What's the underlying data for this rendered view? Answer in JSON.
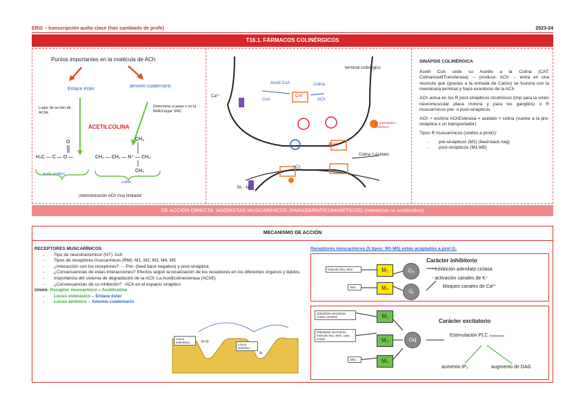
{
  "header": {
    "left": "ERIS – transcripción audio clase (han cambiado de profe)",
    "right": "2023-24",
    "title": "T16.1. FÁRMACOS COLINÉRGICOS"
  },
  "molecule": {
    "heading": "Puntos importantes en la molécula de ACh",
    "enlace": "Enlace éster",
    "amonio": "amonio cuaternario",
    "lugar": "Lugar de acción de AChE",
    "determina": "Determina si pasa o no la BHE/Llegar SNC",
    "name": "ACETILCOLINA",
    "acido": "ácido acético",
    "colina": "colina",
    "admin": "¡Administración ACh muy limitada!"
  },
  "diagram": {
    "terminal": "terminal colinérgico",
    "coa": "CoA",
    "cat": "CAT",
    "ach": "ACh",
    "colina": "Colina",
    "acetilcoa": "Acetil CoA",
    "ca": "Ca²⁺",
    "ache": "AChE",
    "colina_acetato": "Colina + Acetato",
    "m1m5": "M₁ - M₅",
    "pre_inh": "R. presináptico inhibitorio",
    "ach_mid": "ACh"
  },
  "synapse": {
    "title": "SINÁPSIS COLINÉRGICA",
    "p1": "Acetil CoA cede su Acetilo a la Colina (CAT: ColinaAcetilTransferasa) → produce: ACh → entra en una vesícula que (gracias a la entrada de Calcio) se fusiona con la membrana terminal y hace exocitosis de la ACh",
    "p2": "ACh actua en los R post-sinápticos nicotínicos (imp para la unión neuromuscular placa motora y para los ganglios) o R muscarínicos pre- o post-sinápticos.",
    "p3": "ACh + enzima AChEsterasa = acetato + colina (vuelve a la pre-sináptica x un transportador)",
    "p4": "Tipos R muscarínicos (unidos a protG):",
    "items": [
      "pre-sinápticos (M2) (feed-back neg)",
      "post-sinápticos (M1-M5)"
    ]
  },
  "band": {
    "text": "DE ACCIÓN DIRECTA: AGONISTAS MUSCARÍNICOS (PARASIMPATICOMIMÉTICOS) (mimetizan la acetilcolina)"
  },
  "mecanismo": {
    "title": "MECANISMO DE ACCIÓN",
    "receptores_title": "RECEPTORES MUSCARÍNICOS",
    "items": [
      "Tipo de neurotransmisor (NT): Ach",
      "Tipos de receptores muscarínicos (RM): M1, M2, M3, M4, M5",
      "¿Interacción con los receptores? → Pre- (feed back negativo) y post-sináptica",
      "¿Consecuencias de estas interacciones? Efectos según la localización de los receptores en los diferentes órganos y tejidos.",
      "Importancia del sistema de degradación de la ACh: La Acetilcolinesterasa (AChE)",
      "¿Consecuencias de su inhibición? ↑ACh en el espacio sináptico"
    ],
    "union_label": "Unión:",
    "union_receptor": "Receptor muscarínico",
    "union_dash": " – ",
    "union_acetil": "Acetilcolina",
    "locus1_label": "Locus esterásico",
    "locus1_val": "Enlace éster",
    "locus2_label": "Locus aniónico",
    "locus2_val": "Amonio cuaternario",
    "site1": "Locus esterásico",
    "site2": "Locus aniónico"
  },
  "receptors": {
    "title": "Receptores muscarínicos (5 tipos: M1-M5) están acoplados a prot G:",
    "inh_title": "Carácter inhibitorio",
    "inh1": "- Inhibición adenilato ciclasa",
    "inh2": "- activación canales de K⁺",
    "inh3": "bloqueo canales de Ca²⁺",
    "exc_title": "Carácter excitatorio",
    "plc": "Estimulación PLC",
    "plc_small": "(fosfolipasa)",
    "ip3": "aumento IP₃",
    "dag": "augmento de DAG",
    "m2": "M₂",
    "m4": "M₄",
    "m1": "M₁",
    "m3": "M₃",
    "m5": "M₅",
    "go": "G₀",
    "gi": "Gᵢ",
    "gq": "Gq",
    "lbl_musc": "músculo liso, SNC",
    "lbl_snc1": "SNC",
    "lbl_glan": "Glándulas secretoras córtex cerebral",
    "lbl_glan2": "Glándulas secretoras músculo liso, SNC, ojos, venas",
    "lbl_snc2": "SNC"
  },
  "colors": {
    "red": "#d7262b",
    "band": "#f08a8a",
    "yellow": "#ffe600",
    "blue": "#2b5fc7",
    "green": "#3aa33a",
    "orange": "#f07a1e"
  }
}
